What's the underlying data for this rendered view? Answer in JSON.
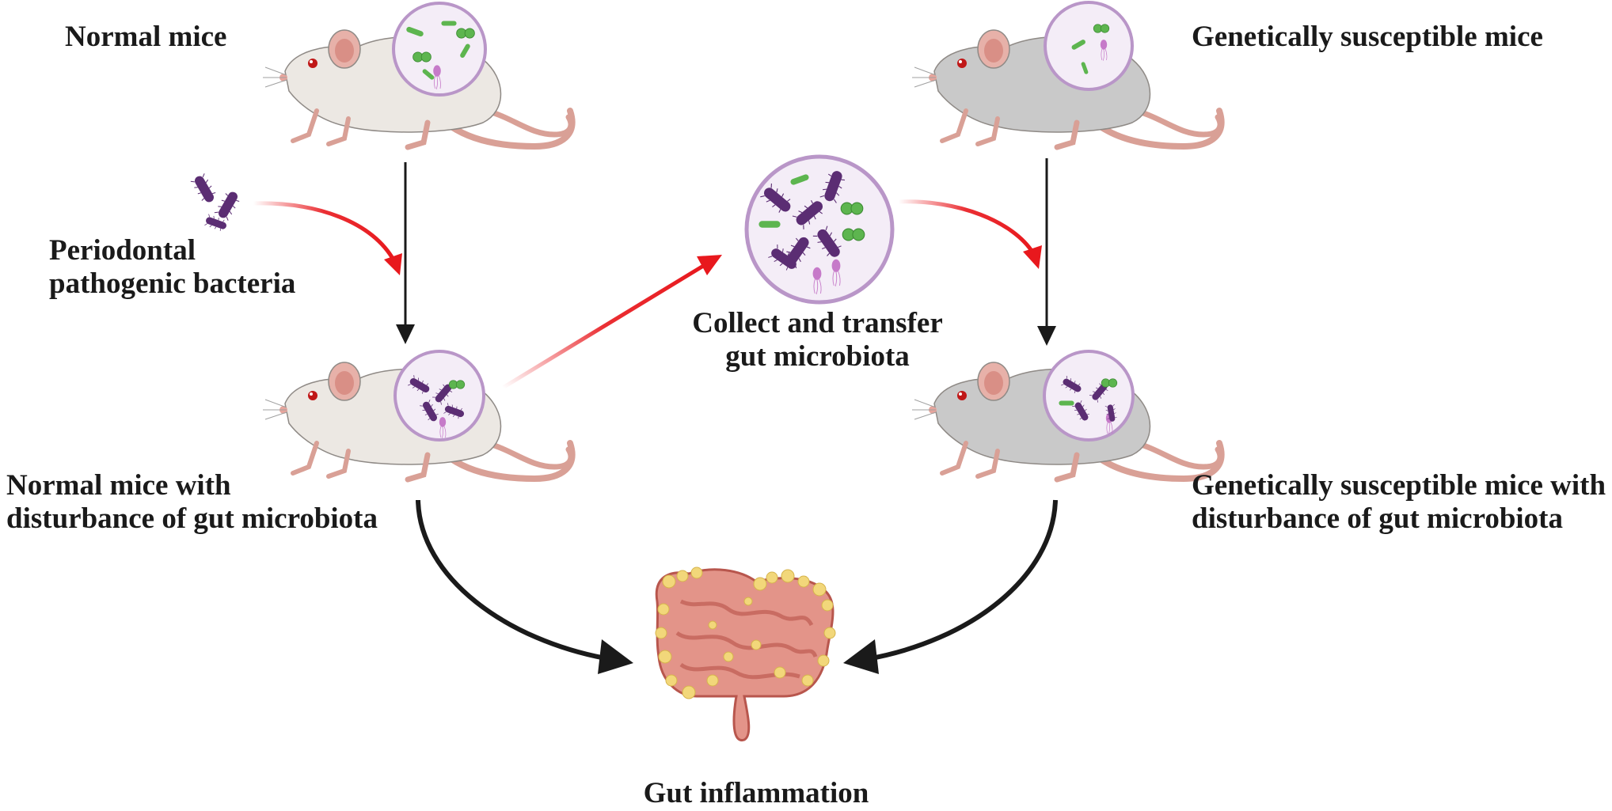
{
  "labels": {
    "normal_mice": "Normal mice",
    "susceptible_mice": "Genetically susceptible mice",
    "pathogen_line1": "Periodontal",
    "pathogen_line2": "pathogenic bacteria",
    "transfer_line1": "Collect and transfer",
    "transfer_line2": "gut microbiota",
    "normal_disturbed_line1": "Normal mice with",
    "normal_disturbed_line2": "disturbance of gut microbiota",
    "susceptible_disturbed_line1": "Genetically susceptible mice with",
    "susceptible_disturbed_line2": "disturbance of gut microbiota",
    "gut_inflammation": "Gut inflammation"
  },
  "colors": {
    "normal_mouse_body": "#ece8e3",
    "susceptible_mouse_body": "#c9c9c9",
    "tail": "#d9a096",
    "microbe_circle_border": "#b996c8",
    "microbe_circle_fill": "#f4edf7",
    "pathogen_purple": "#5b2d73",
    "commensal_green": "#5db54f",
    "red_arrow": "#e8181d",
    "black_arrow": "#1a1a1a",
    "intestine": "#e39489",
    "fat": "#f2d77a"
  },
  "icons": {
    "mouse": "mouse-icon",
    "microbiota": "microbiota-circle-icon",
    "bacteria": "rod-bacteria-icon",
    "intestine": "inflamed-intestine-icon"
  }
}
